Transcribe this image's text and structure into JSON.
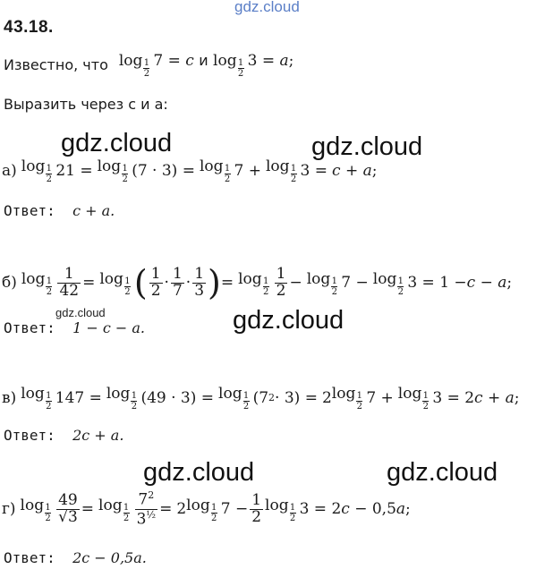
{
  "watermarks": {
    "top": "gdz.cloud",
    "big": [
      "gdz.cloud",
      "gdz.cloud",
      "gdz.cloud",
      "gdz.cloud",
      "gdz.cloud"
    ],
    "small": "gdz.cloud"
  },
  "problem": {
    "number": "43.18.",
    "given_text": "Известно, что",
    "given_and": "и",
    "task_text": "Выразить через c и a:"
  },
  "parts": [
    {
      "label": "а)",
      "answer_label": "Ответ:",
      "answer": "c + a."
    },
    {
      "label": "б)",
      "answer_label": "Ответ:",
      "answer": "1 − c − a."
    },
    {
      "label": "в)",
      "answer_label": "Ответ:",
      "answer": "2c + a."
    },
    {
      "label": "г)",
      "answer_label": "Ответ:",
      "answer": "2c − 0,5a."
    }
  ]
}
